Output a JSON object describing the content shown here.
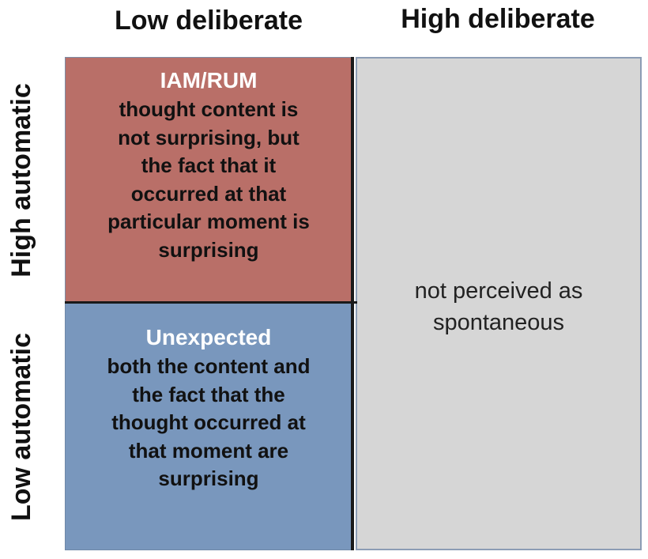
{
  "columns": {
    "low_deliberate": "Low deliberate",
    "high_deliberate": "High deliberate"
  },
  "rows": {
    "high_automatic": "High automatic",
    "low_automatic": "Low automatic"
  },
  "cells": {
    "iam_rum": {
      "title": "IAM/RUM",
      "text": "thought content is\nnot surprising, but\nthe fact that it\noccurred at that\nparticular moment is\nsurprising"
    },
    "unexpected": {
      "title": "Unexpected",
      "text": "both the content and\nthe fact that the\nthought occurred at\nthat moment are\nsurprising"
    },
    "spontaneous": {
      "text": "not perceived as\nspontaneous"
    }
  },
  "colors": {
    "iam_rum": "#b96f68",
    "unexpected": "#7997bd",
    "spontaneous": "#d6d6d6"
  }
}
